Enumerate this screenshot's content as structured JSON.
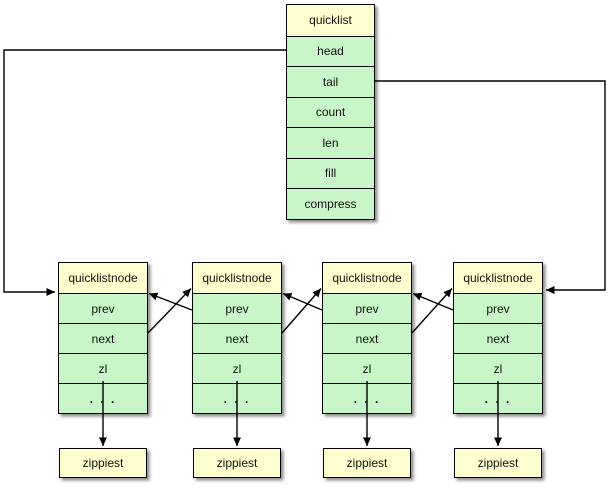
{
  "quicklist": {
    "title": "quicklist",
    "fields": [
      "head",
      "tail",
      "count",
      "len",
      "fill",
      "compress"
    ]
  },
  "nodes": [
    {
      "title": "quicklistnode",
      "fields": [
        "prev",
        "next",
        "zl",
        ". . ."
      ]
    },
    {
      "title": "quicklistnode",
      "fields": [
        "prev",
        "next",
        "zl",
        ". . ."
      ]
    },
    {
      "title": "quicklistnode",
      "fields": [
        "prev",
        "next",
        "zl",
        ". . ."
      ]
    },
    {
      "title": "quicklistnode",
      "fields": [
        "prev",
        "next",
        "zl",
        ". . ."
      ]
    }
  ],
  "ziplists": [
    {
      "label": "zippiest"
    },
    {
      "label": "zippiest"
    },
    {
      "label": "zippiest"
    },
    {
      "label": "zippiest"
    }
  ],
  "colors": {
    "header_fill": "#FFFECE",
    "field_fill": "#C9F6C9",
    "border": "#000000",
    "arrow": "#000000",
    "background": "#FFFFFF"
  }
}
